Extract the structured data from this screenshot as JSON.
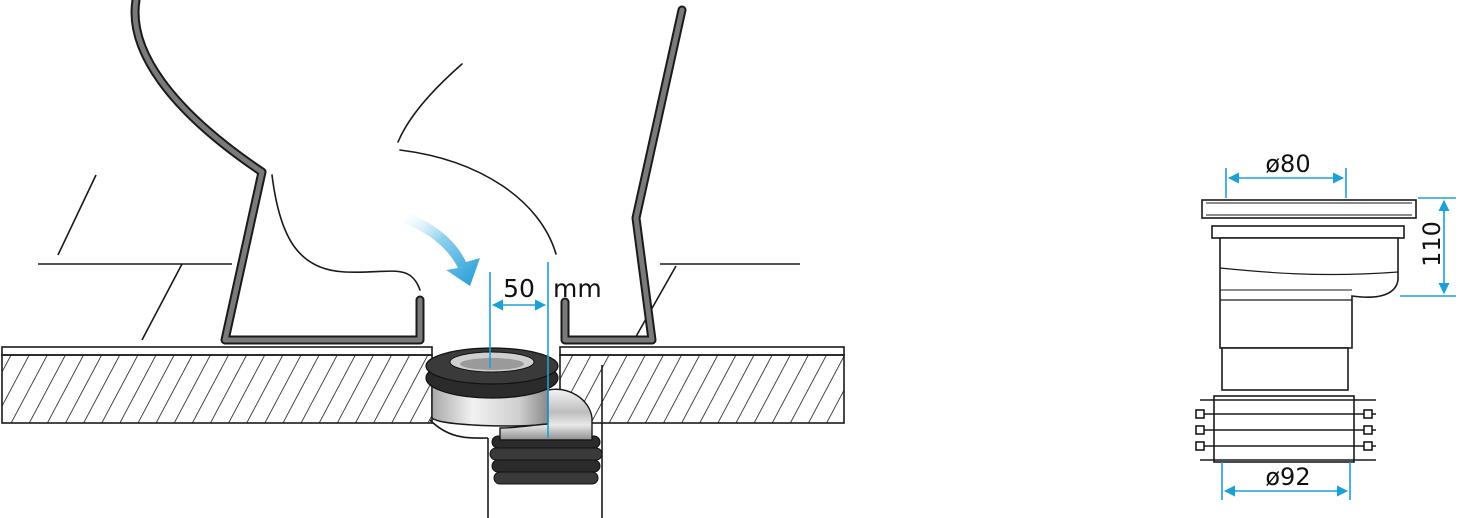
{
  "colors": {
    "dimension_line": "#1ba0d8",
    "arrow_fill": "#2aa5dc",
    "outline": "#1a1a1a",
    "toilet_wall": "#6f6f6f",
    "gasket": "#2b2b2b"
  },
  "icons": {
    "flow_arrow": "curved-arrow-icon"
  },
  "left_view": {
    "offset_value": "50",
    "offset_unit": "mm"
  },
  "right_view": {
    "top_diameter": "ø80",
    "bottom_diameter": "ø92",
    "height": "110"
  }
}
